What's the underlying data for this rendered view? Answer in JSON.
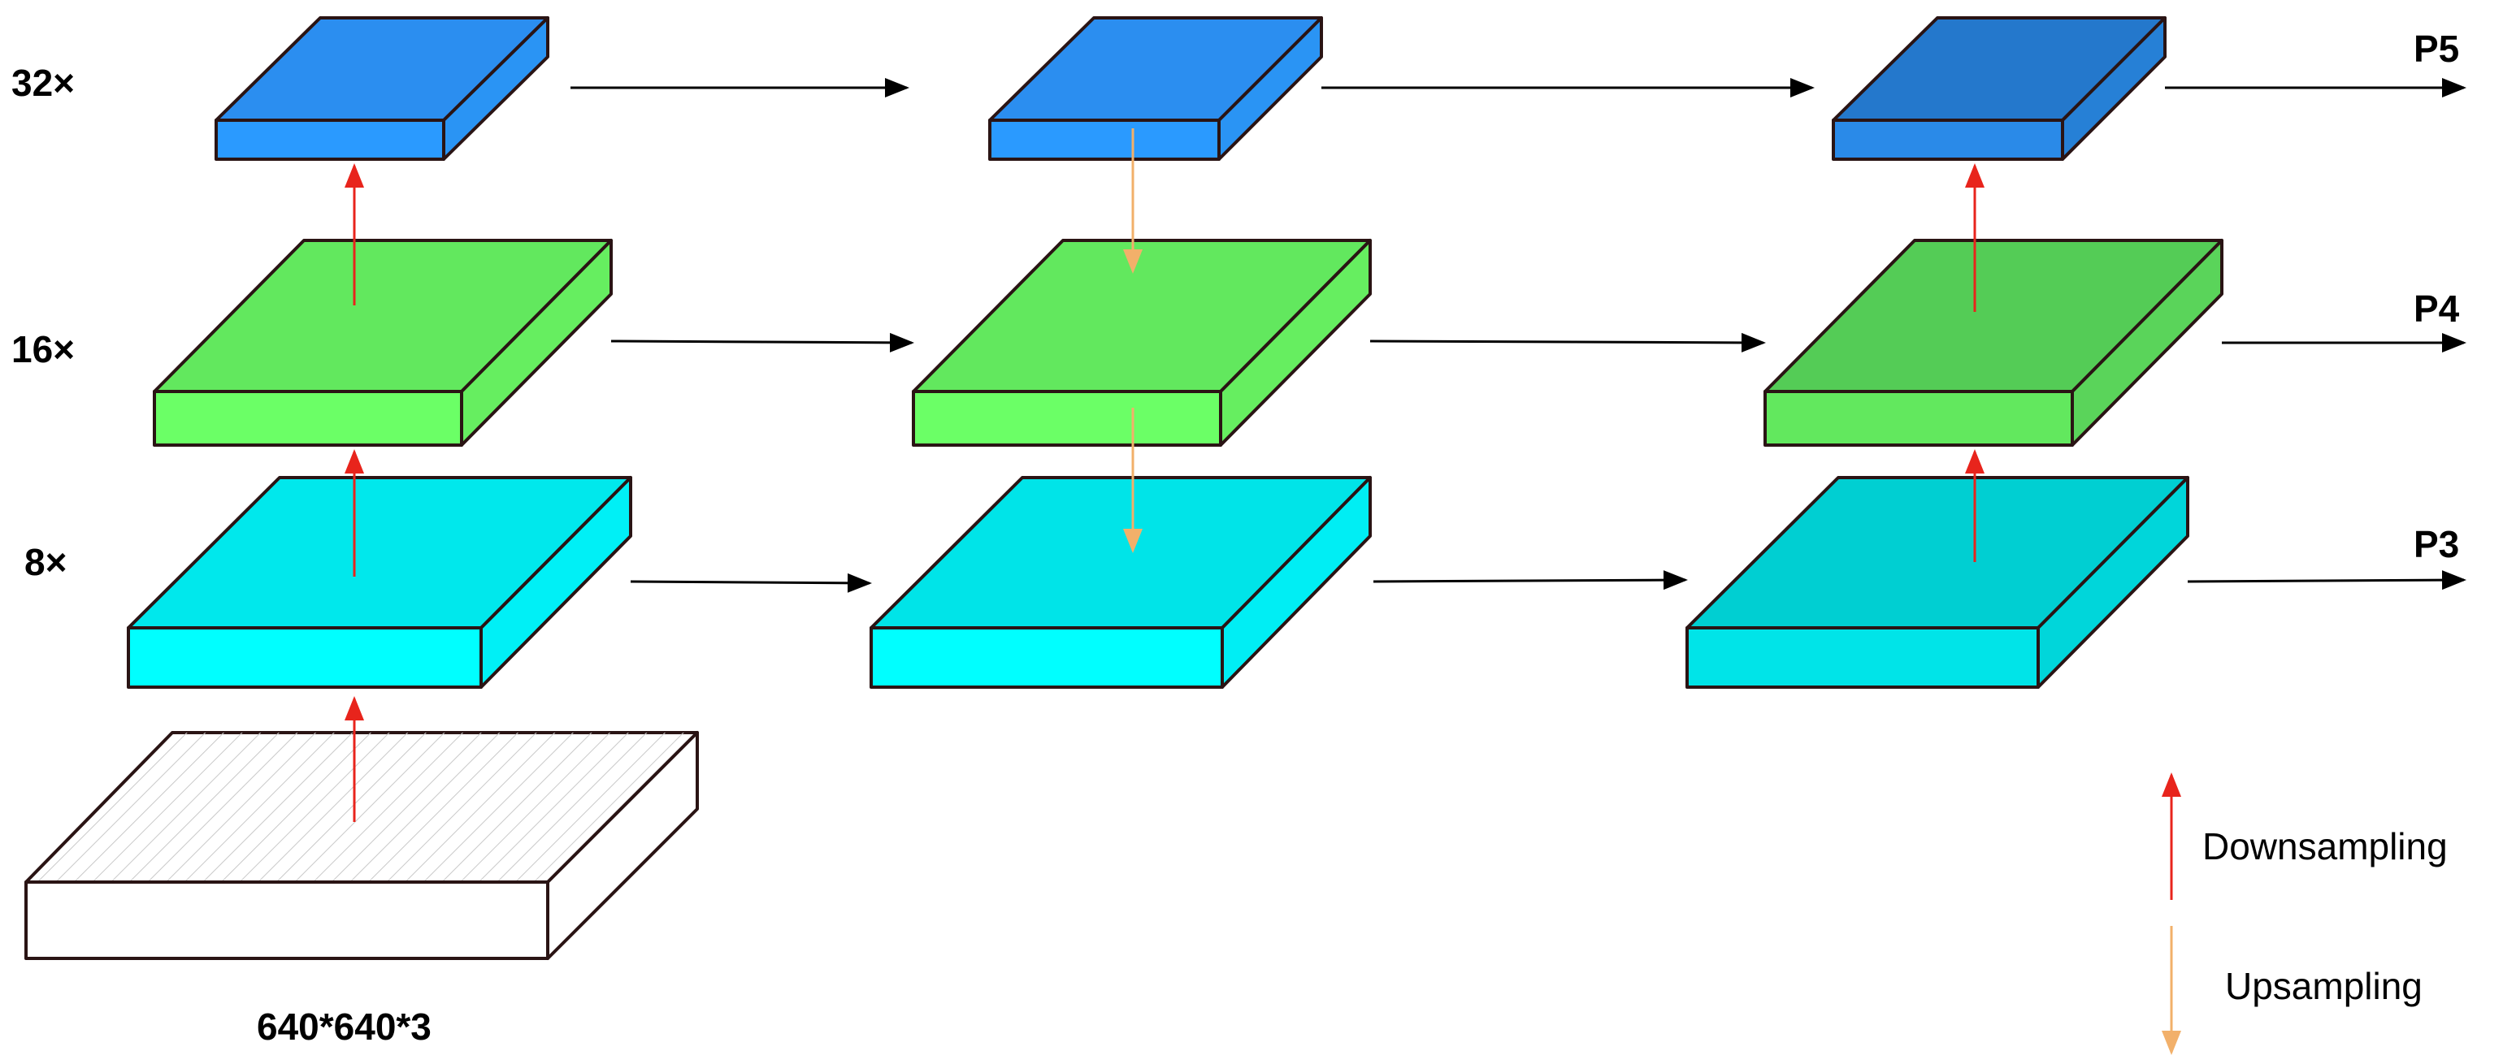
{
  "scales": {
    "s32": "32×",
    "s16": "16×",
    "s8": "8×"
  },
  "outputs": {
    "p5": "P5",
    "p4": "P4",
    "p3": "P3"
  },
  "input_label": "640*640*3",
  "legend": {
    "downsampling": "Downsampling",
    "upsampling": "Upsampling"
  },
  "colors": {
    "blue_layer": "#2b8ef0",
    "green_layer": "#62e85e",
    "cyan_layer": "#00e8ec",
    "input_layer": "#ffffff",
    "downsampling_arrow": "#e8241c",
    "upsampling_arrow": "#f2b06a",
    "flow_arrow": "#000000"
  }
}
